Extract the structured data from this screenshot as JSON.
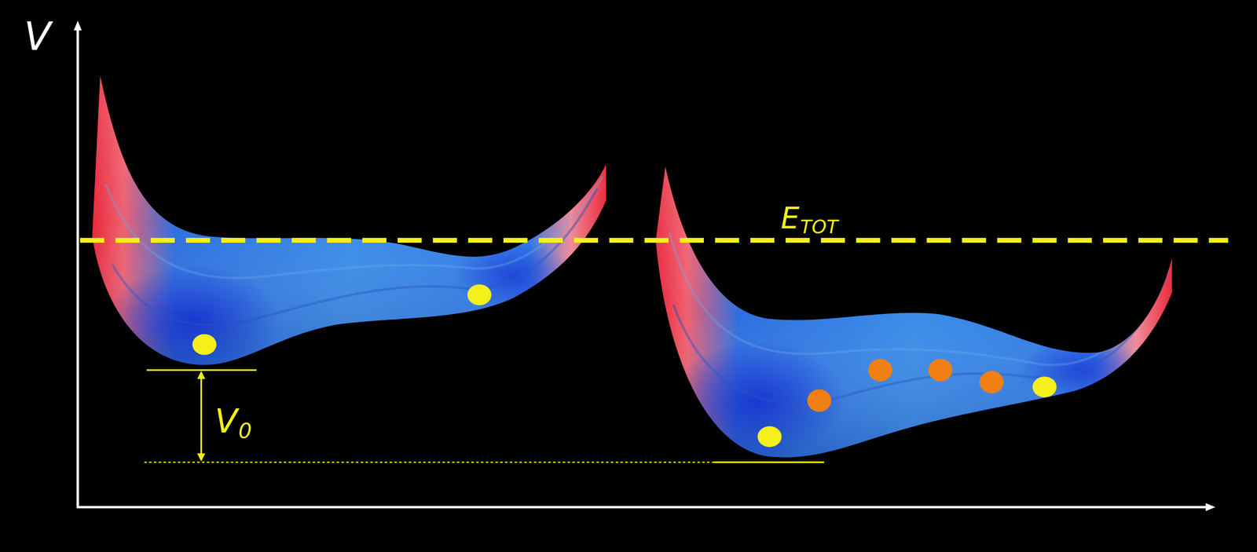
{
  "diagram": {
    "labels": [
      "V",
      "E",
      "TOT",
      "V",
      "0"
    ]
  }
}
